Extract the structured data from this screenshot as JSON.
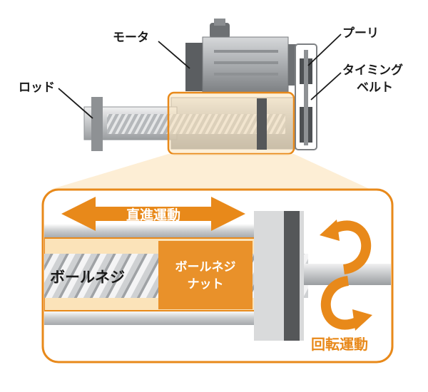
{
  "labels": {
    "motor": "モータ",
    "pulley": "プーリ",
    "rod": "ロッド",
    "timing_belt_line1": "タイミング",
    "timing_belt_line2": "ベルト"
  },
  "detail": {
    "linear_motion": "直進運動",
    "ball_screw": "ボールネジ",
    "ball_screw_nut_line1": "ボールネジ",
    "ball_screw_nut_line2": "ナット",
    "rotary_motion": "回転運動"
  },
  "colors": {
    "accent_orange": "#e8891a",
    "nut_orange": "#e9912a",
    "highlight_fill": "#fbe3b9",
    "metal_gray": "#b9bcbf",
    "dark_gray": "#555759",
    "light_gray": "#d9dadb"
  }
}
